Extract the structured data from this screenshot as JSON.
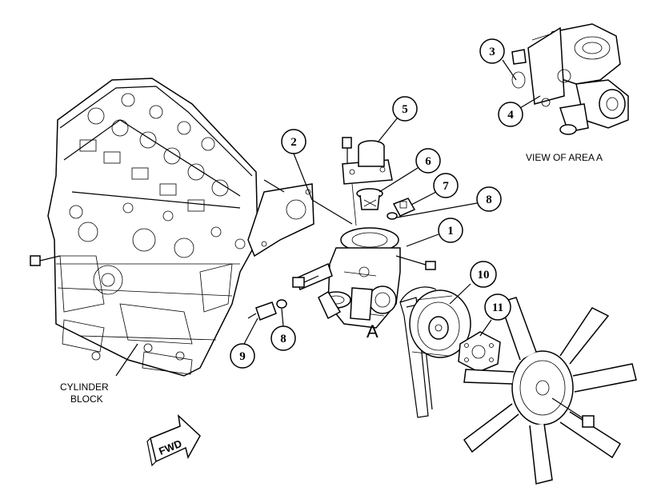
{
  "labels": {
    "cylinder_block_line1": "CYLINDER",
    "cylinder_block_line2": "BLOCK",
    "view_of_area": "VIEW OF AREA A",
    "area_marker": "A",
    "fwd_arrow": "FWD"
  },
  "callouts": [
    {
      "id": "1",
      "text": "1"
    },
    {
      "id": "2",
      "text": "2"
    },
    {
      "id": "3",
      "text": "3"
    },
    {
      "id": "4",
      "text": "4"
    },
    {
      "id": "5",
      "text": "5"
    },
    {
      "id": "6",
      "text": "6"
    },
    {
      "id": "7",
      "text": "7"
    },
    {
      "id": "8a",
      "text": "8"
    },
    {
      "id": "8b",
      "text": "8"
    },
    {
      "id": "9",
      "text": "9"
    },
    {
      "id": "10",
      "text": "10"
    },
    {
      "id": "11",
      "text": "11"
    }
  ]
}
